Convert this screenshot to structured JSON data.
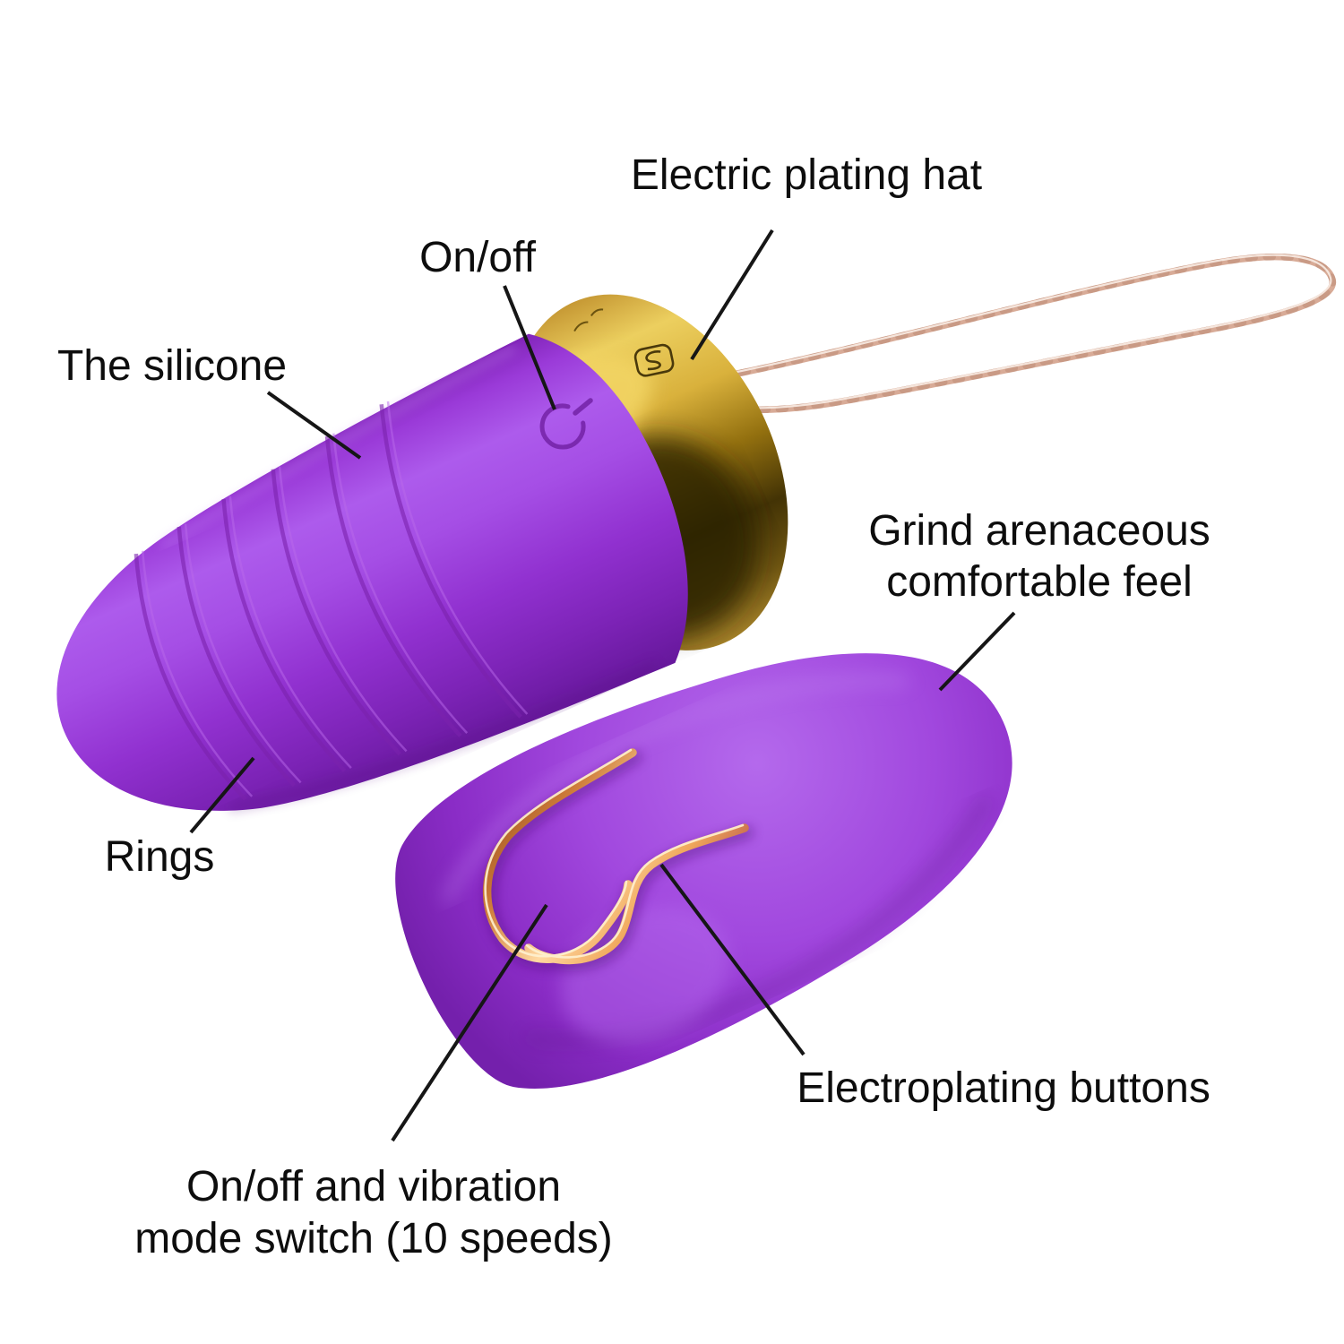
{
  "page": {
    "background": "#ffffff",
    "kind": "product-annotation-diagram"
  },
  "annotations": {
    "electric_plating_hat": "Electric plating hat",
    "on_off": "On/off",
    "the_silicone": "The silicone",
    "grind_line1": "Grind arenaceous",
    "grind_line2": "comfortable feel",
    "rings": "Rings",
    "electroplating_buttons": "Electroplating buttons",
    "mode_switch_line1": "On/off and vibration",
    "mode_switch_line2": "mode switch (10 speeds)"
  },
  "parts": {
    "egg_body": "silicone-bullet-egg",
    "cap": "electroplated-gold-cap",
    "cap_logo": "s-logo-emblem",
    "power_icon": "power-symbol",
    "wire": "wire-pull-loop",
    "remote": "remote-control-egg",
    "remote_button": "gold-wave-button-outline"
  },
  "colors": {
    "purple_base": "#9335d2",
    "purple_highlight": "#ad5bec",
    "purple_shadow": "#65179a",
    "gold_mid": "#caa032",
    "gold_bright": "#eccf5f",
    "gold_dark": "#3a2d05",
    "rose_gold": "#f0a85c",
    "wire": "#d8ab97",
    "text": "#0d0d0d",
    "leader_line": "#161616"
  }
}
